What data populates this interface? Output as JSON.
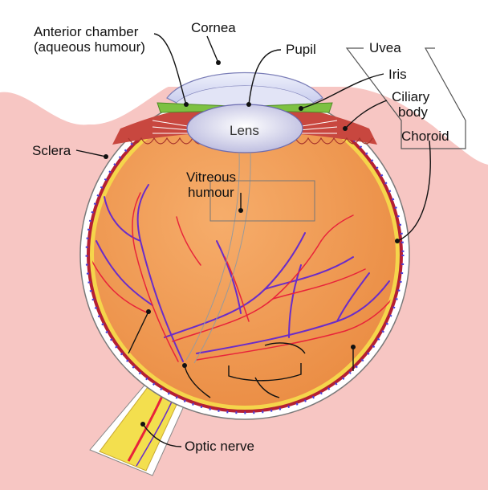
{
  "colors": {
    "background_skin": "#f7c6c3",
    "vitreous": "#ef9a55",
    "retina": "#f5d54b",
    "choroid": "#b51f33",
    "sclera": "#ffffff",
    "cornea": "#d7daf3",
    "iris": "#7dc142",
    "lens": "#e8e8f6",
    "artery": "#e8233a",
    "vein": "#6a2cc9",
    "optic_nerve": "#f3df4e"
  },
  "labels": {
    "anterior_chamber_line1": "Anterior chamber",
    "anterior_chamber_line2": "(aqueous humour)",
    "cornea": "Cornea",
    "pupil": "Pupil",
    "uvea": "Uvea",
    "iris": "Iris",
    "ciliary_body_line1": "Ciliary",
    "ciliary_body_line2": "body",
    "choroid": "Choroid",
    "sclera": "Sclera",
    "lens": "Lens",
    "vitreous_line1": "Vitreous",
    "vitreous_line2": "humour",
    "optic_nerve": "Optic nerve"
  }
}
